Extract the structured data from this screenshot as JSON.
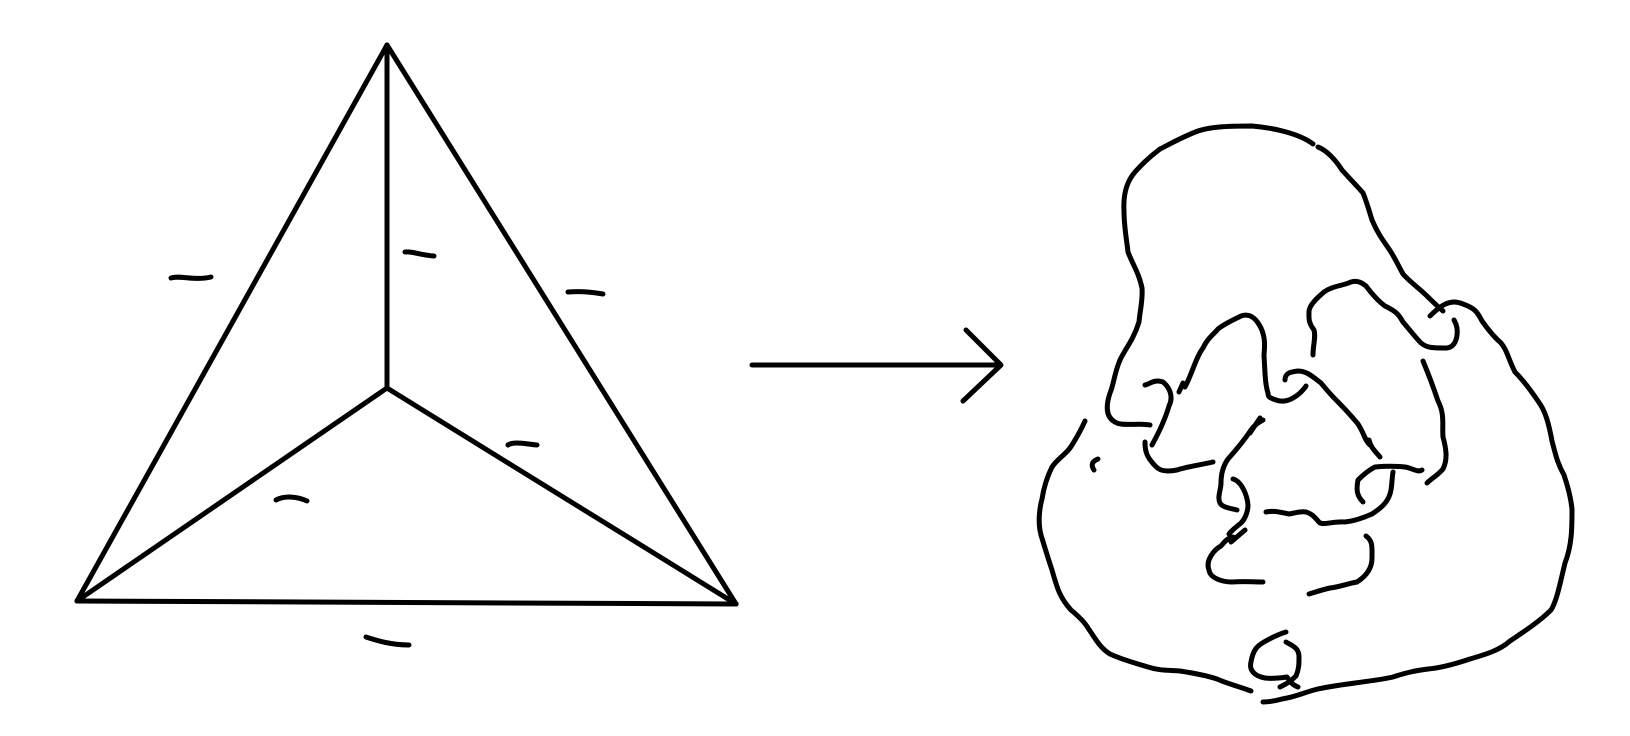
{
  "diagram": {
    "left_figure": {
      "kind": "planar graph (tetrahedron / K4)",
      "vertices": [
        "apex",
        "center",
        "bottom-left",
        "bottom-right"
      ],
      "edges": [
        {
          "id": "apex-bottom-left",
          "sign": "-"
        },
        {
          "id": "apex-center",
          "sign": "-"
        },
        {
          "id": "apex-bottom-right",
          "sign": "-"
        },
        {
          "id": "center-bottom-left",
          "sign": "-"
        },
        {
          "id": "center-bottom-right",
          "sign": "-"
        },
        {
          "id": "bottom-left-bottom-right",
          "sign": "-"
        }
      ]
    },
    "arrow": {
      "direction": "right"
    },
    "right_figure": {
      "kind": "knot / link diagram"
    }
  }
}
